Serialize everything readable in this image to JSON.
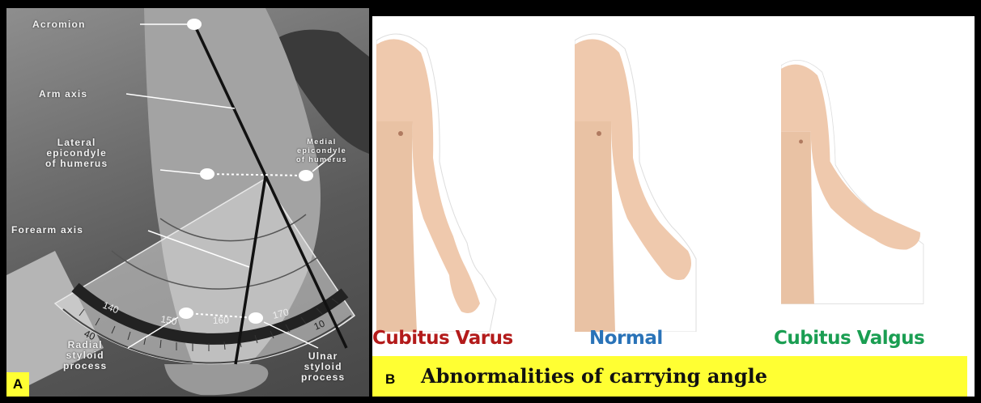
{
  "panel_a": {
    "letter": "A",
    "labels": {
      "acromion": "Acromion",
      "arm_axis": "Arm axis",
      "lateral_epicondyle": [
        "Lateral",
        "epicondyle",
        "of humerus"
      ],
      "medial_epicondyle": [
        "Medial",
        "epicondyle",
        "of humerus"
      ],
      "forearm_axis": "Forearm axis",
      "radial_styloid": [
        "Radial",
        "styloid",
        "process"
      ],
      "ulnar_styloid": [
        "Ulnar",
        "styloid",
        "process"
      ]
    },
    "protractor_numbers": [
      "40",
      "140",
      "150",
      "160",
      "170",
      "10"
    ]
  },
  "panel_b": {
    "letter": "B",
    "title": "Abnormalities of carrying angle",
    "captions": {
      "varus": "Cubitus Varus",
      "normal": "Normal",
      "valgus": "Cubitus Valgus"
    }
  },
  "colors": {
    "varus": "#b31b1b",
    "normal": "#2a73b8",
    "valgus": "#1a9e52",
    "label_bar": "#ffff33",
    "skin": "#efc9ad"
  }
}
